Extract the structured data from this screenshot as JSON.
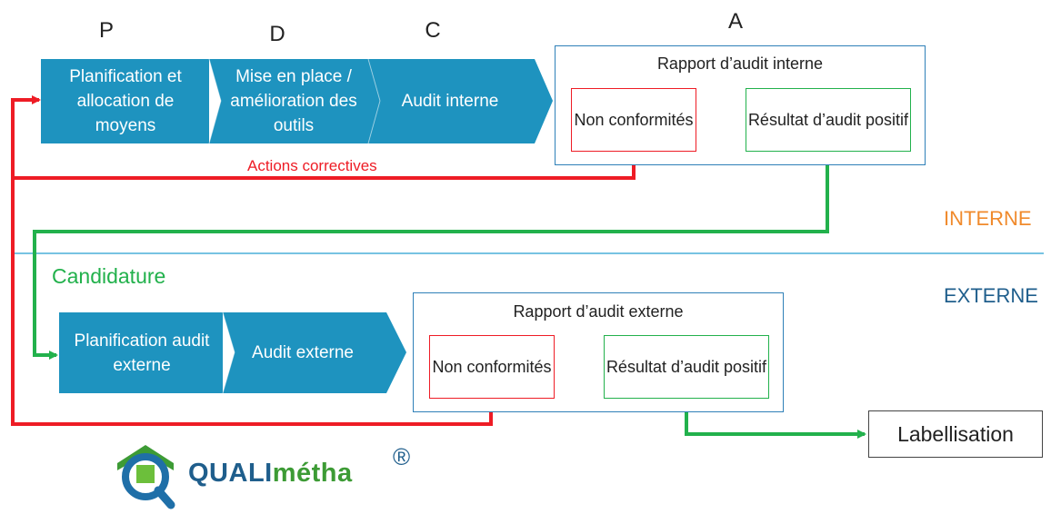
{
  "phases": {
    "p": "P",
    "d": "D",
    "c": "C",
    "a": "A"
  },
  "internal": {
    "steps": [
      "Planification et allocation de moyens",
      "Mise en place / amélioration des outils",
      "Audit interne"
    ],
    "report_title": "Rapport d’audit interne",
    "nonconform": "Non conformités",
    "positive": "Résultat d’audit positif",
    "corrective": "Actions correctives"
  },
  "zones": {
    "interne": "INTERNE",
    "externe": "EXTERNE"
  },
  "candidature": "Candidature",
  "external": {
    "steps": [
      "Planification audit externe",
      "Audit externe"
    ],
    "report_title": "Rapport d’audit externe",
    "nonconform": "Non conformités",
    "positive": "Résultat d’audit positif"
  },
  "labellisation": "Labellisation",
  "logo": {
    "brand_a": "QUALI",
    "brand_b": "métha",
    "reg": "®"
  },
  "colors": {
    "chevron": "#1E93BF",
    "red": "#EE1C25",
    "green": "#22B14C",
    "blue_border": "#2F80B8",
    "interne": "#F08A2C",
    "externe": "#1F5E8C",
    "divider": "#4AAFD8"
  }
}
